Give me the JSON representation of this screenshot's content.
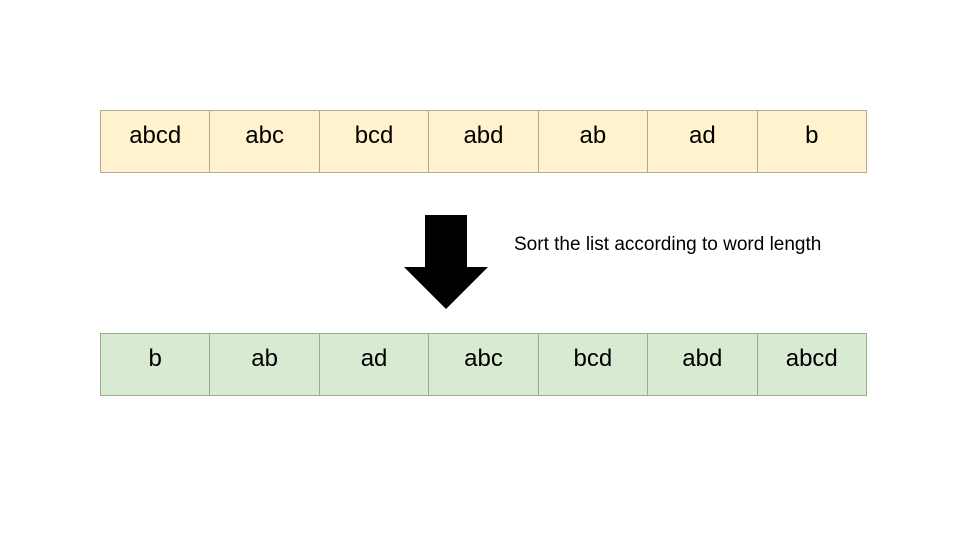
{
  "input_list": [
    "abcd",
    "abc",
    "bcd",
    "abd",
    "ab",
    "ad",
    "b"
  ],
  "output_list": [
    "b",
    "ab",
    "ad",
    "abc",
    "bcd",
    "abd",
    "abcd"
  ],
  "caption": "Sort the list according to word length",
  "colors": {
    "input_fill": "#fff2cc",
    "output_fill": "#d9ead3",
    "arrow": "#000000"
  },
  "icons": {
    "transition": "down-arrow-icon"
  }
}
